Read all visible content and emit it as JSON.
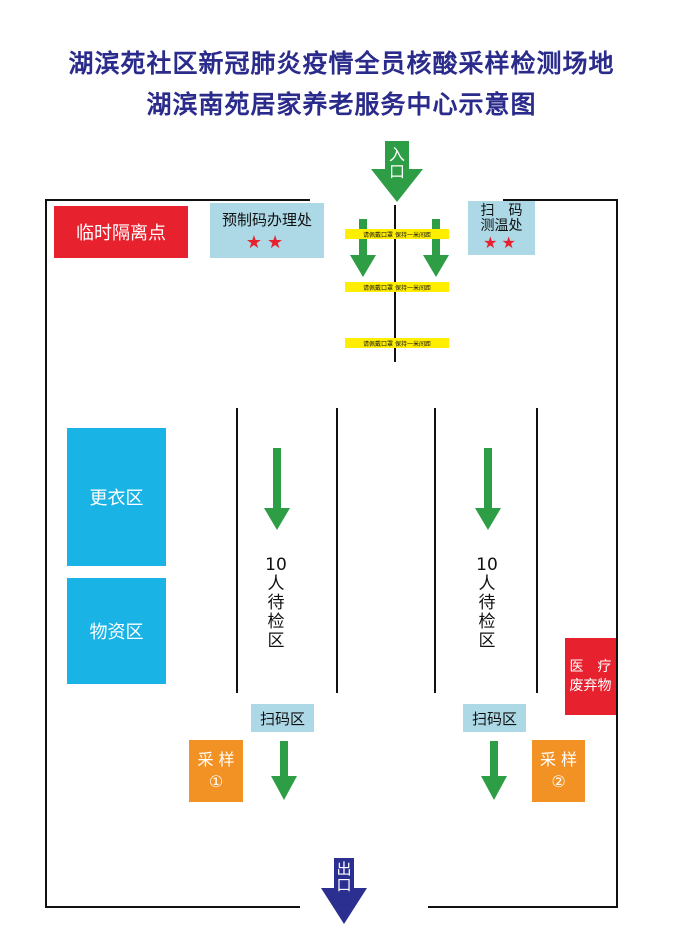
{
  "title": {
    "line1": "湖滨苑社区新冠肺炎疫情全员核酸采样检测场地",
    "line2": "湖滨南苑居家养老服务中心示意图"
  },
  "entrance": {
    "label": "入口"
  },
  "exit": {
    "label": "出口"
  },
  "zones": {
    "quarantine": "临时隔离点",
    "precode": {
      "label": "预制码办理处",
      "stars": "★★"
    },
    "scan_temp": {
      "line1": "扫　码",
      "line2": "测温处",
      "stars": "★★"
    },
    "changing": "更衣区",
    "supplies": "物资区",
    "medical_waste": {
      "line1": "医　疗",
      "line2": "废弃物"
    },
    "waiting_left": [
      "10",
      "人",
      "待",
      "检",
      "区"
    ],
    "waiting_right": [
      "10",
      "人",
      "待",
      "检",
      "区"
    ],
    "scan_left": "扫码区",
    "scan_right": "扫码区",
    "sampling_1": {
      "line1": "采 样",
      "line2": "①"
    },
    "sampling_2": {
      "line1": "采 样",
      "line2": "②"
    }
  },
  "notices": [
    "请佩戴口罩 保持一米间距",
    "请佩戴口罩 保持一米间距",
    "请佩戴口罩 保持一米间距"
  ],
  "colors": {
    "title": "#2b2b8c",
    "red": "#e8212e",
    "light_blue": "#add8e6",
    "cyan": "#1ab3e6",
    "orange": "#f39224",
    "green": "#2e9e46",
    "navy": "#2b2f8f",
    "yellow": "#ffee00"
  }
}
